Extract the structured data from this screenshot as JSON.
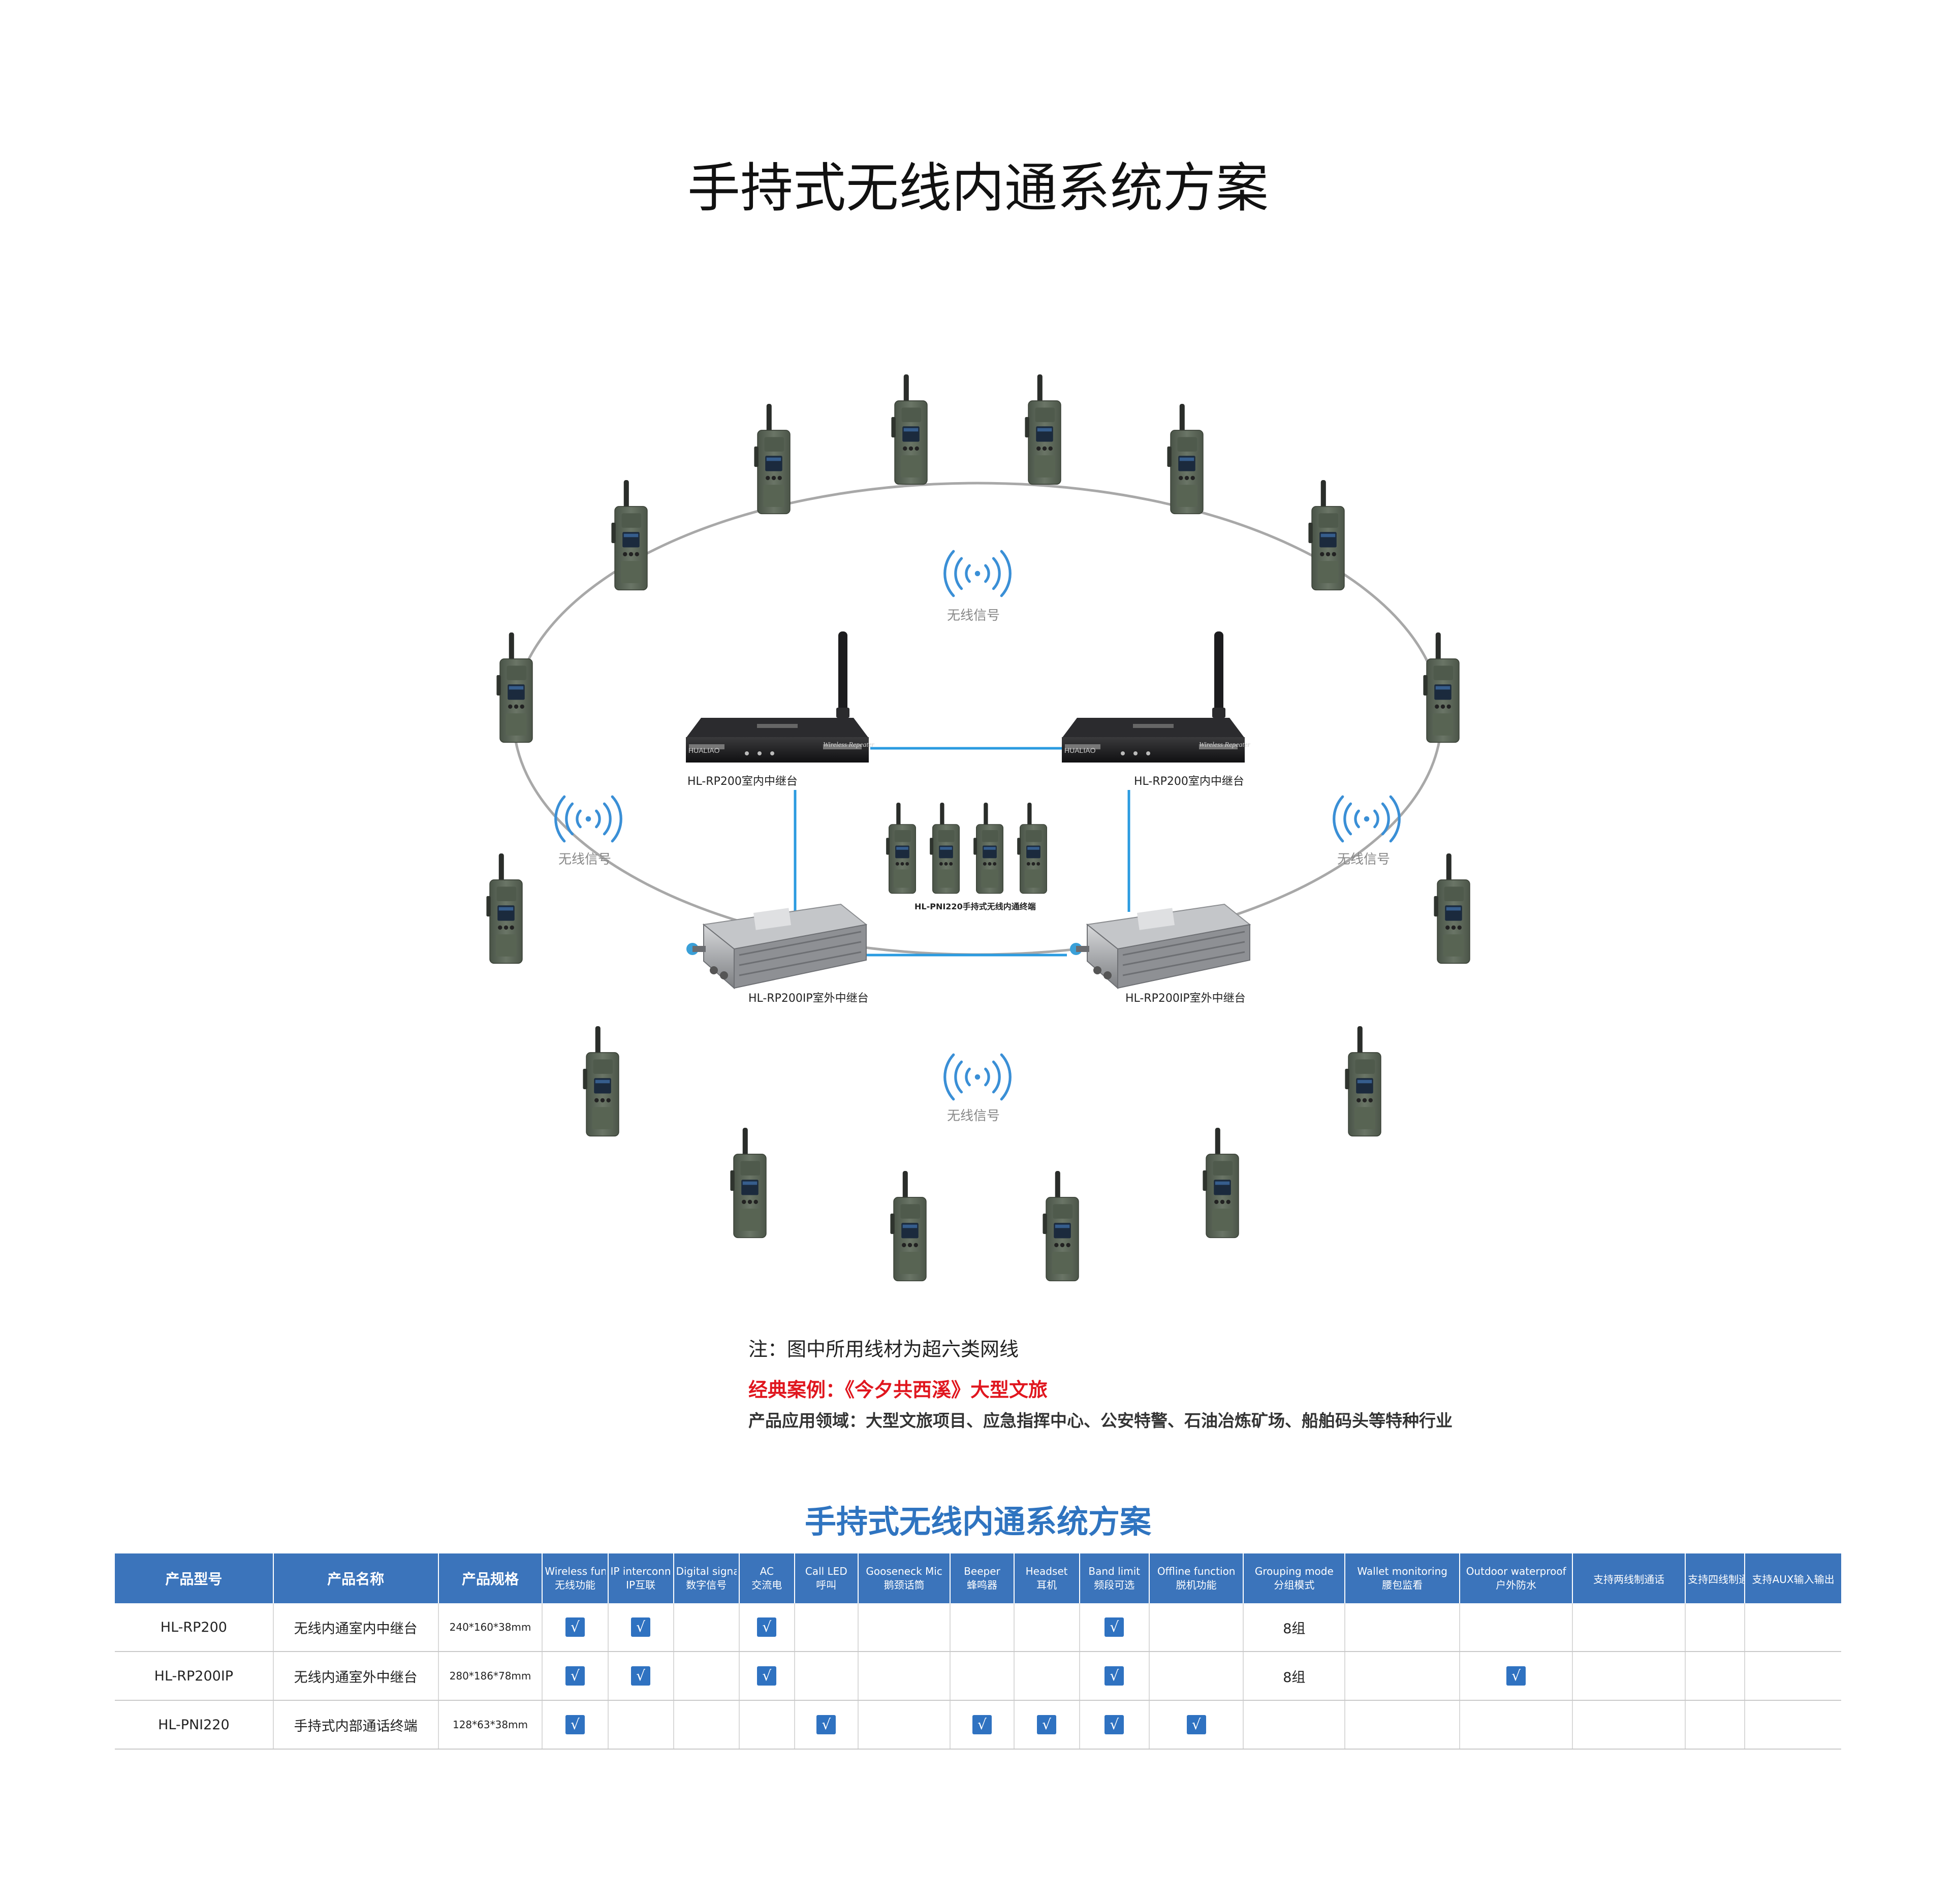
{
  "title": "手持式无线内通系统方案",
  "diagram": {
    "wireless_signal_label": "无线信号",
    "indoor_repeater_label": "HL-RP200室内中继台",
    "outdoor_repeater_label": "HL-RP200IP室外中继台",
    "terminal_group_label": "HL-PNI220手持式无线内通终端",
    "repeater_brand": "HUALIAO",
    "repeater_badge": "Wireless Repeater"
  },
  "notes": {
    "cable": "注：图中所用线材为超六类网线",
    "case": "经典案例：《今夕共西溪》大型文旅",
    "fields": "产品应用领域：大型文旅项目、应急指挥中心、公安特警、石油冶炼矿场、船舶码头等特种行业"
  },
  "table": {
    "title": "手持式无线内通系统方案",
    "check_symbol": "√",
    "headers": [
      {
        "cn": "产品型号"
      },
      {
        "cn": "产品名称"
      },
      {
        "cn": "产品规格"
      },
      {
        "en": "Wireless function",
        "zh": "无线功能"
      },
      {
        "en": "IP interconnection",
        "zh": "IP互联"
      },
      {
        "en": "Digital signal",
        "zh": "数字信号"
      },
      {
        "en": "AC",
        "zh": "交流电"
      },
      {
        "en": "Call LED",
        "zh": "呼叫"
      },
      {
        "en": "Gooseneck Mic",
        "zh": "鹅颈话筒"
      },
      {
        "en": "Beeper",
        "zh": "蜂鸣器"
      },
      {
        "en": "Headset",
        "zh": "耳机"
      },
      {
        "en": "Band limit",
        "zh": "频段可选"
      },
      {
        "en": "Offline function",
        "zh": "脱机功能"
      },
      {
        "en": "Grouping mode",
        "zh": "分组模式"
      },
      {
        "en": "Wallet monitoring",
        "zh": "腰包监看"
      },
      {
        "en": "Outdoor waterproof",
        "zh": "户外防水"
      },
      {
        "cn": "支持两线制通话"
      },
      {
        "cn": "支持四线制通话"
      },
      {
        "cn": "支持AUX输入输出"
      }
    ],
    "rows": [
      {
        "model": "HL-RP200",
        "name": "无线内通室内中继台",
        "size": "240*160*38mm",
        "checks": [
          true,
          true,
          false,
          true,
          false,
          false,
          false,
          false,
          true,
          false
        ],
        "grouping": "8组",
        "extra": [
          false,
          false,
          false,
          false,
          false
        ]
      },
      {
        "model": "HL-RP200IP",
        "name": "无线内通室外中继台",
        "size": "280*186*78mm",
        "checks": [
          true,
          true,
          false,
          true,
          false,
          false,
          false,
          false,
          true,
          false
        ],
        "grouping": "8组",
        "extra": [
          false,
          true,
          false,
          false,
          false
        ]
      },
      {
        "model": "HL-PNI220",
        "name": "手持式内部通话终端",
        "size": "128*63*38mm",
        "checks": [
          true,
          false,
          false,
          false,
          true,
          false,
          true,
          true,
          true,
          true
        ],
        "grouping": "",
        "extra": [
          false,
          false,
          false,
          false,
          false
        ]
      }
    ]
  },
  "colors": {
    "header_bg": "#3b74bb",
    "check_bg": "#2f72c1",
    "table_title": "#2f74c0",
    "case_red": "#e0161e",
    "link_blue": "#2b9be0",
    "ellipse": "#a8a8a8",
    "wifi_blue": "#3a8fd6",
    "radio_body": "#5f6a5c"
  }
}
